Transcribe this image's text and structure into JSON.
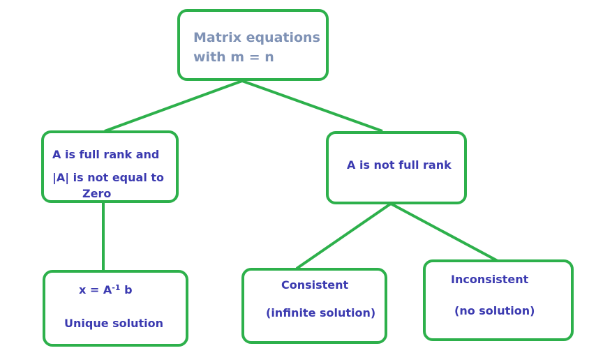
{
  "diagram": {
    "root": {
      "line1": "Matrix equations",
      "line2": "with m = n"
    },
    "full_rank": {
      "line1": "A is full rank and",
      "line2": "|A| is not equal to",
      "line3": "Zero"
    },
    "not_full_rank": {
      "label": "A is not full rank"
    },
    "unique": {
      "eq_prefix": "x = A",
      "eq_exponent": "-1",
      "eq_suffix": "b",
      "label": "Unique solution"
    },
    "consistent": {
      "line1": "Consistent",
      "line2": "(infinite solution)"
    },
    "inconsistent": {
      "line1": "Inconsistent",
      "line2": "(no solution)"
    }
  },
  "colors": {
    "border": "#2db04b",
    "connector": "#2db04b",
    "root_text": "#7f92b5",
    "node_text": "#3b3ab0"
  }
}
